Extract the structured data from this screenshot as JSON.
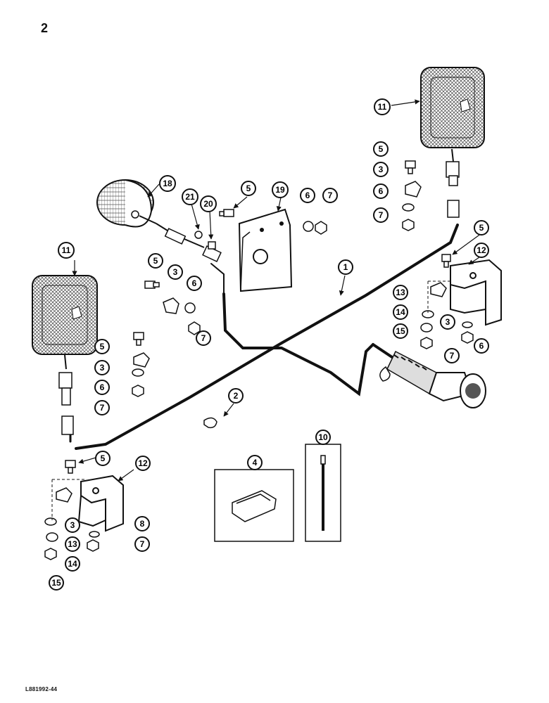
{
  "page": {
    "number": "2",
    "drawing_code": "L881992-44"
  },
  "callouts": {
    "c1": "1",
    "c2": "2",
    "c3a": "3",
    "c3b": "3",
    "c3c": "3",
    "c3d": "3",
    "c3e": "3",
    "c4": "4",
    "c5a": "5",
    "c5b": "5",
    "c5c": "5",
    "c5d": "5",
    "c5e": "5",
    "c5f": "5",
    "c6a": "6",
    "c6b": "6",
    "c6c": "6",
    "c6d": "6",
    "c6e": "6",
    "c7a": "7",
    "c7b": "7",
    "c7c": "7",
    "c7d": "7",
    "c7e": "7",
    "c7f": "7",
    "c8": "8",
    "c10": "10",
    "c11a": "11",
    "c11b": "11",
    "c12a": "12",
    "c12b": "12",
    "c13a": "13",
    "c13b": "13",
    "c14a": "14",
    "c14b": "14",
    "c15a": "15",
    "c15b": "15",
    "c18": "18",
    "c19": "19",
    "c20": "20",
    "c21": "21"
  }
}
